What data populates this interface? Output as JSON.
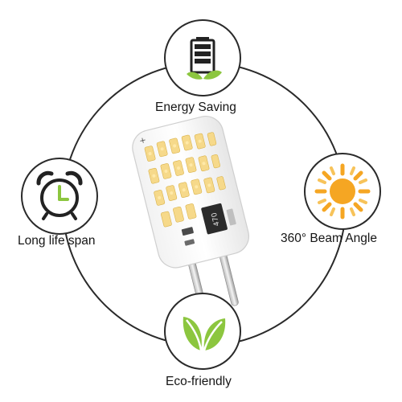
{
  "features": {
    "energy_saving": {
      "label": "Energy Saving",
      "icon": "battery-leaf-icon"
    },
    "long_life": {
      "label": "Long life span",
      "icon": "alarm-clock-icon"
    },
    "beam_angle": {
      "label": "360° Beam Angle",
      "icon": "sun-icon"
    },
    "eco_friendly": {
      "label": "Eco-friendly",
      "icon": "leaves-icon"
    }
  },
  "product": {
    "name": "G4 LED bulb",
    "chip_marking": "470"
  },
  "colors": {
    "leaf_green": "#8cc63f",
    "sun_yellow": "#f5a623",
    "ring": "#2a2a2a"
  }
}
